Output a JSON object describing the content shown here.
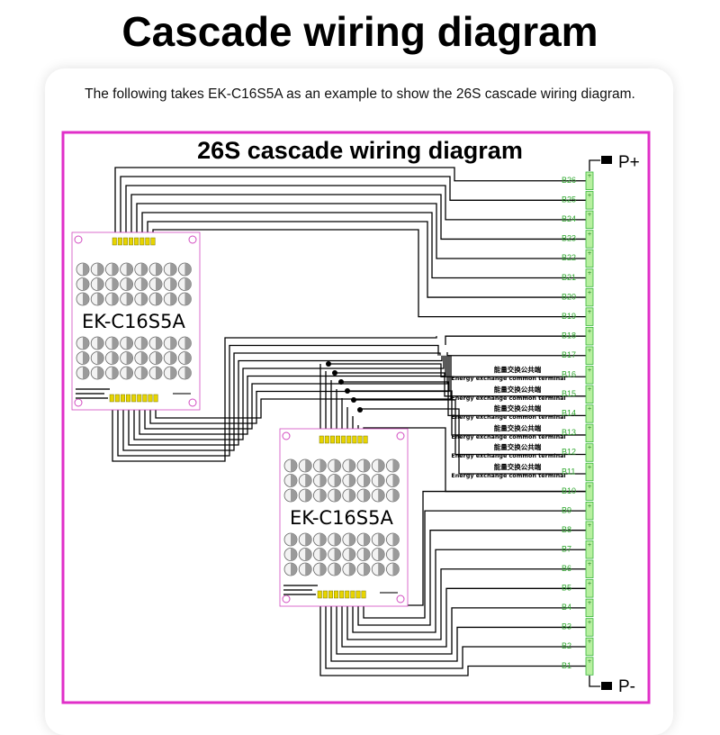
{
  "title": "Cascade wiring diagram",
  "intro": "The following takes EK-C16S5A as an example to show the 26S cascade wiring diagram.",
  "diagram": {
    "heading": "26S cascade wiring diagram",
    "module_upper": "EK-C16S5A",
    "module_lower": "EK-C16S5A",
    "p_plus": "P+",
    "p_minus": "P-",
    "battery_labels": [
      "B26",
      "B25",
      "B24",
      "B23",
      "B22",
      "B21",
      "B20",
      "B19",
      "B18",
      "B17",
      "B16",
      "B15",
      "B14",
      "B13",
      "B12",
      "B11",
      "B10",
      "B9",
      "B8",
      "B7",
      "B6",
      "B5",
      "B4",
      "B3",
      "B2",
      "B1"
    ],
    "common_terminal_cn": "能量交换公共端",
    "common_terminal_en": "Energy exchange common terminal",
    "colors": {
      "frame": "#e02fc8",
      "cell_label": "#2fa82f",
      "wire": "#000000",
      "pin": "#e8d400"
    }
  }
}
